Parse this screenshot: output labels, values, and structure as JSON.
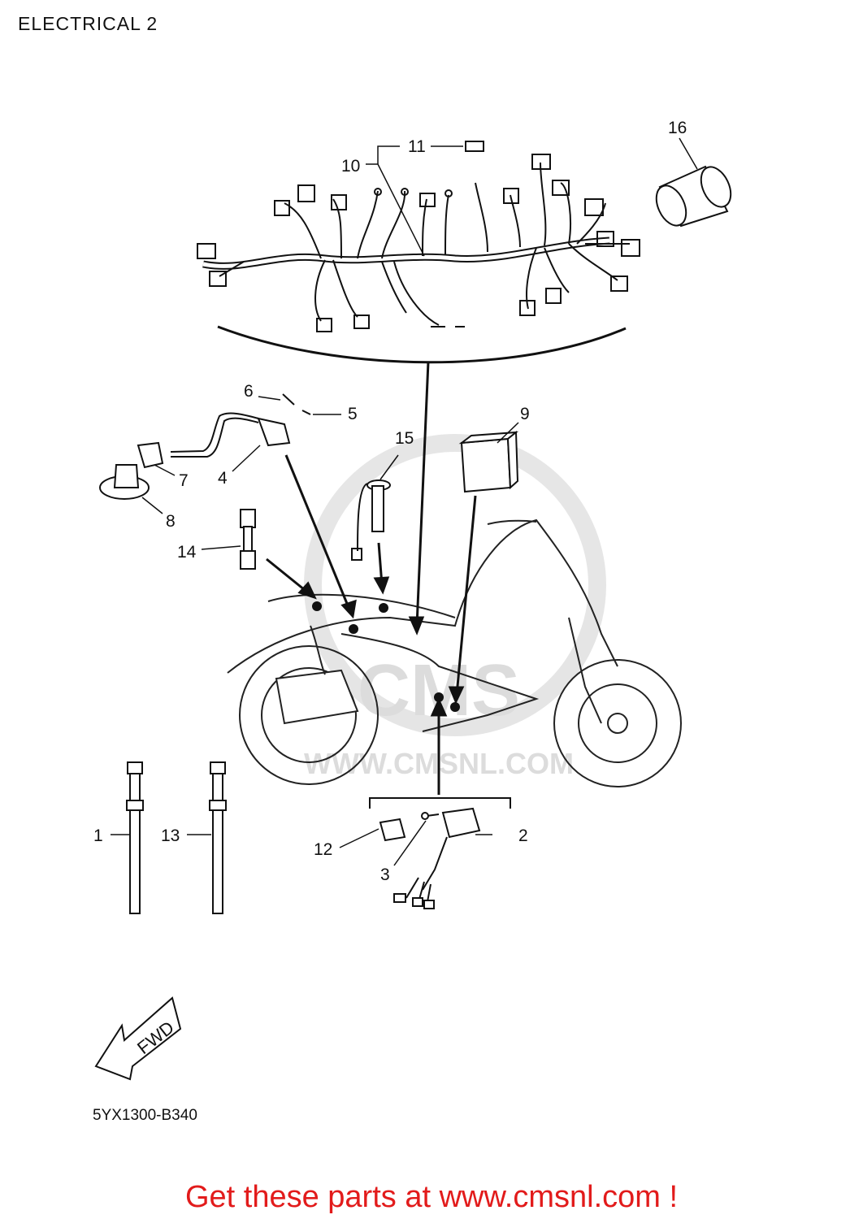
{
  "page": {
    "title": "ELECTRICAL 2"
  },
  "drawing": {
    "code": "5YX1300-B340",
    "fwd_label": "FWD"
  },
  "watermark": {
    "text": "WWW.CMSNL.COM",
    "logo_text": "CMS"
  },
  "parts": [
    {
      "number": "1"
    },
    {
      "number": "2"
    },
    {
      "number": "3"
    },
    {
      "number": "4"
    },
    {
      "number": "5"
    },
    {
      "number": "6"
    },
    {
      "number": "7"
    },
    {
      "number": "8"
    },
    {
      "number": "9"
    },
    {
      "number": "10"
    },
    {
      "number": "11"
    },
    {
      "number": "12"
    },
    {
      "number": "13"
    },
    {
      "number": "14"
    },
    {
      "number": "15"
    },
    {
      "number": "16"
    }
  ],
  "footer": {
    "cta": "Get these parts at www.cmsnl.com !"
  }
}
